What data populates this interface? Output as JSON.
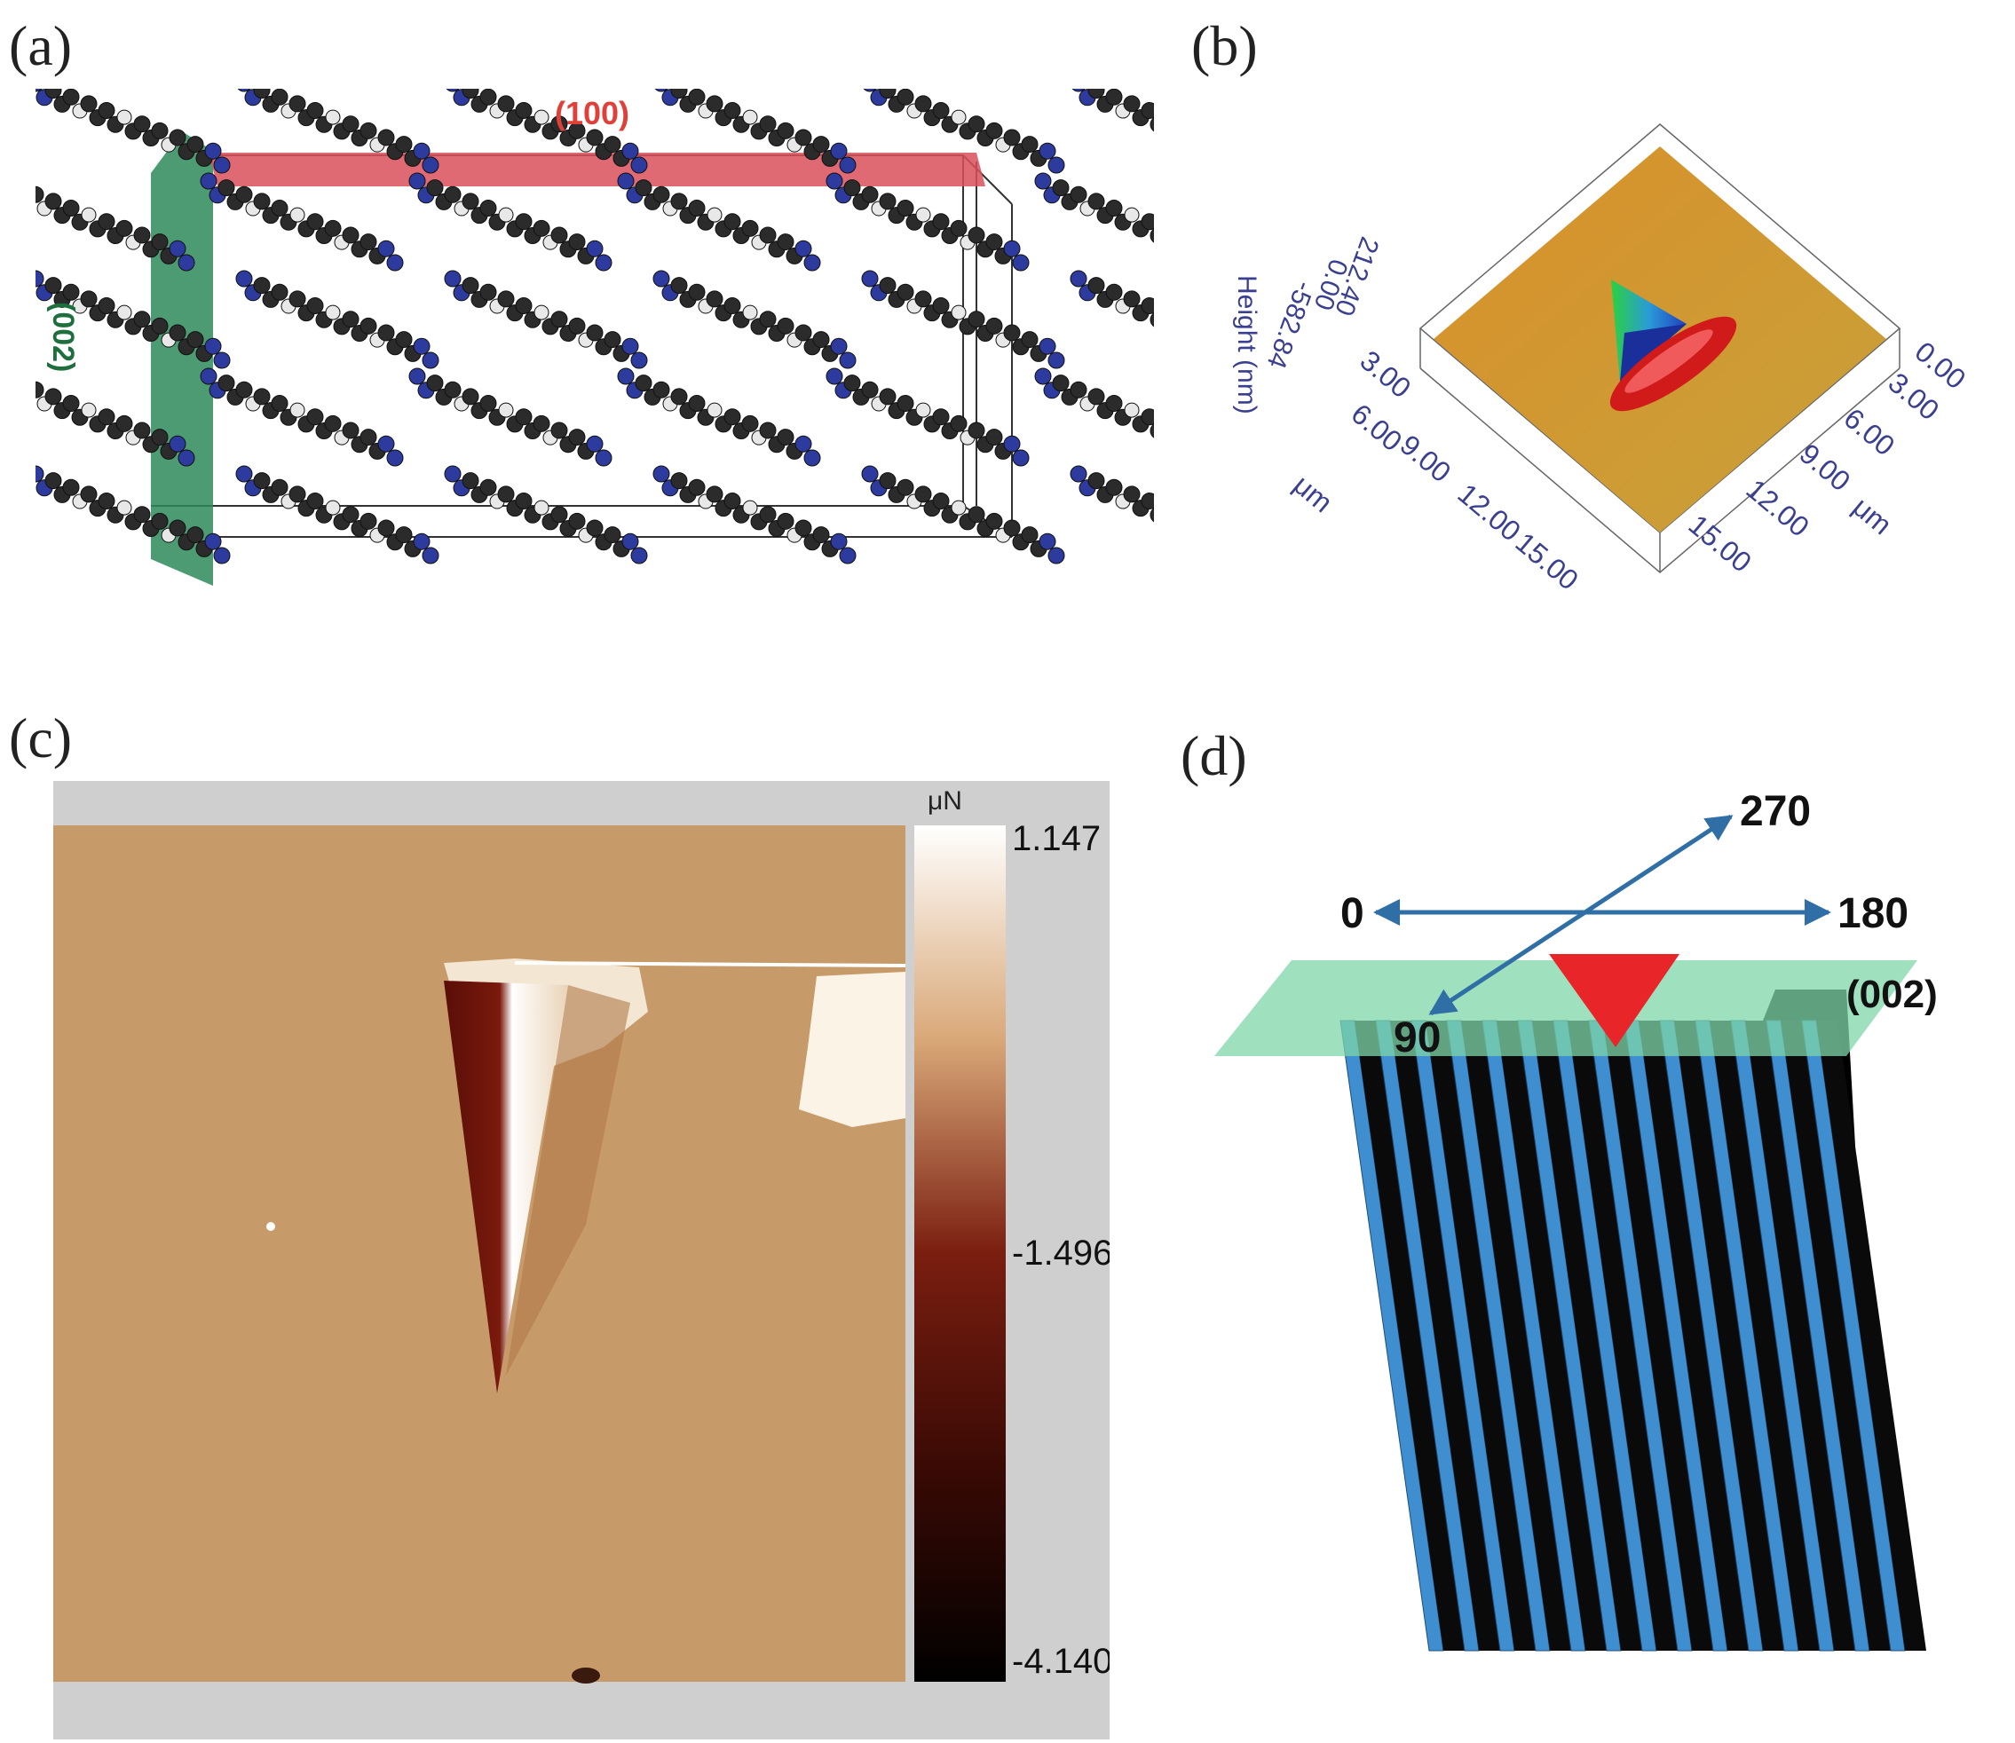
{
  "panels": {
    "a": {
      "letter": "(a)",
      "plane_100": "(100)",
      "plane_002": "(002)"
    },
    "b": {
      "letter": "(b)",
      "z_axis_title": "Height (nm)",
      "z_ticks": [
        "212.40",
        "0.00",
        "-582.84"
      ],
      "x_ticks_left": [
        "3.00",
        "6.00",
        "9.00",
        "12.00",
        "15.00"
      ],
      "x_unit_left": "μm",
      "y_ticks_right": [
        "0.00",
        "3.00",
        "6.00",
        "9.00",
        "12.00",
        "15.00"
      ],
      "y_unit_right": "μm"
    },
    "c": {
      "letter": "(c)",
      "colorbar_unit": "μN",
      "colorbar_max": "1.147",
      "colorbar_mid": "-1.496",
      "colorbar_min": "-4.140"
    },
    "d": {
      "letter": "(d)",
      "angle_0": "0",
      "angle_90": "90",
      "angle_180": "180",
      "angle_270": "270",
      "plane_002": "(002)"
    }
  },
  "colors": {
    "plane_100": "#d9505a",
    "plane_002_a": "#2e8a5a",
    "plane_002_d": "#7fd6a8",
    "arrow_blue": "#2f6fa6",
    "tip_red": "#e8262a",
    "lamella_blue": "#3f8fd0",
    "label_red": "#e0403a"
  }
}
